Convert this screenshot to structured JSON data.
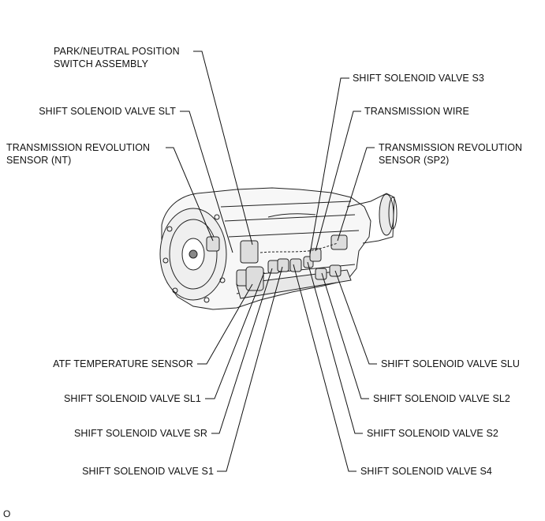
{
  "labels": {
    "park_neutral": [
      "PARK/NEUTRAL POSITION",
      "SWITCH ASSEMBLY"
    ],
    "slt": "SHIFT SOLENOID VALVE SLT",
    "nt": [
      "TRANSMISSION REVOLUTION",
      "SENSOR (NT)"
    ],
    "atf": "ATF TEMPERATURE SENSOR",
    "sl1": "SHIFT SOLENOID VALVE SL1",
    "sr": "SHIFT SOLENOID VALVE SR",
    "s1": "SHIFT SOLENOID VALVE S1",
    "s3": "SHIFT SOLENOID VALVE S3",
    "wire": "TRANSMISSION WIRE",
    "sp2": [
      "TRANSMISSION REVOLUTION",
      "SENSOR (SP2)"
    ],
    "slu": "SHIFT SOLENOID VALVE SLU",
    "sl2": "SHIFT SOLENOID VALVE SL2",
    "s2": "SHIFT SOLENOID VALVE S2",
    "s4": "SHIFT SOLENOID VALVE S4"
  },
  "figure_number": "O"
}
